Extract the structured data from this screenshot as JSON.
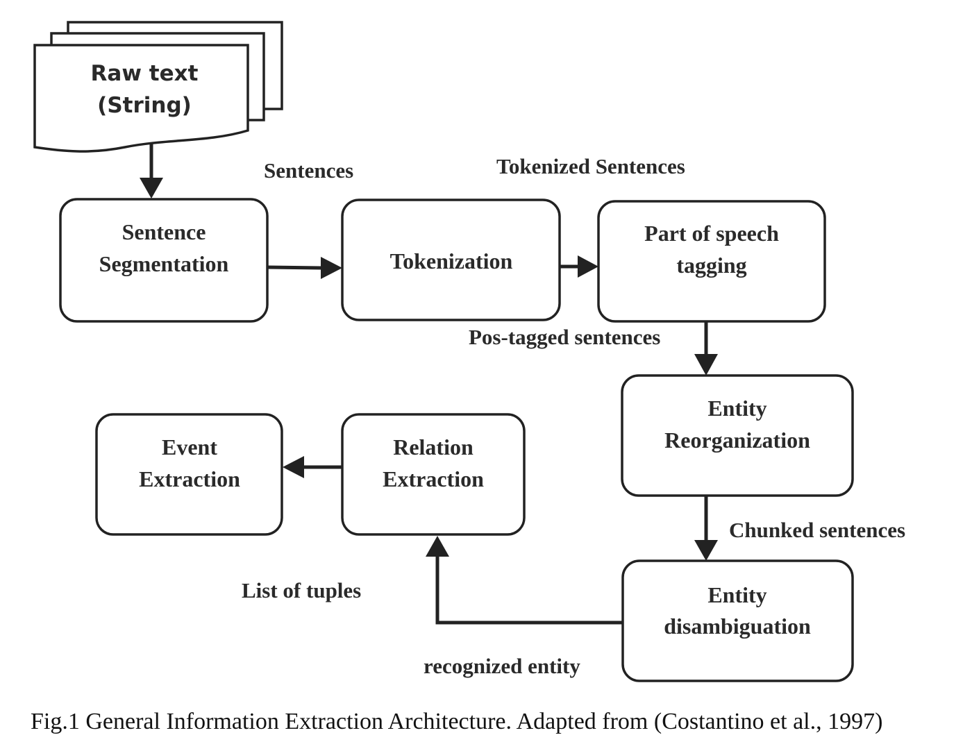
{
  "diagram": {
    "raw_text": {
      "line1": "Raw text",
      "line2": "(String)"
    },
    "nodes": {
      "sentence_segmentation": {
        "line1": "Sentence",
        "line2": "Segmentation"
      },
      "tokenization": {
        "line1": "Tokenization"
      },
      "pos_tagging": {
        "line1": "Part of speech",
        "line2": "tagging"
      },
      "entity_reorganization": {
        "line1": "Entity",
        "line2": "Reorganization"
      },
      "entity_disambiguation": {
        "line1": "Entity",
        "line2": "disambiguation"
      },
      "relation_extraction": {
        "line1": "Relation",
        "line2": "Extraction"
      },
      "event_extraction": {
        "line1": "Event",
        "line2": "Extraction"
      }
    },
    "edge_labels": {
      "sentences": "Sentences",
      "tokenized_sentences": "Tokenized Sentences",
      "pos_tagged_sentences": "Pos-tagged sentences",
      "chunked_sentences": "Chunked sentences",
      "list_of_tuples": "List of tuples",
      "recognized_entity": "recognized entity"
    }
  },
  "caption": "Fig.1 General Information Extraction Architecture. Adapted from (Costantino et al., 1997)"
}
